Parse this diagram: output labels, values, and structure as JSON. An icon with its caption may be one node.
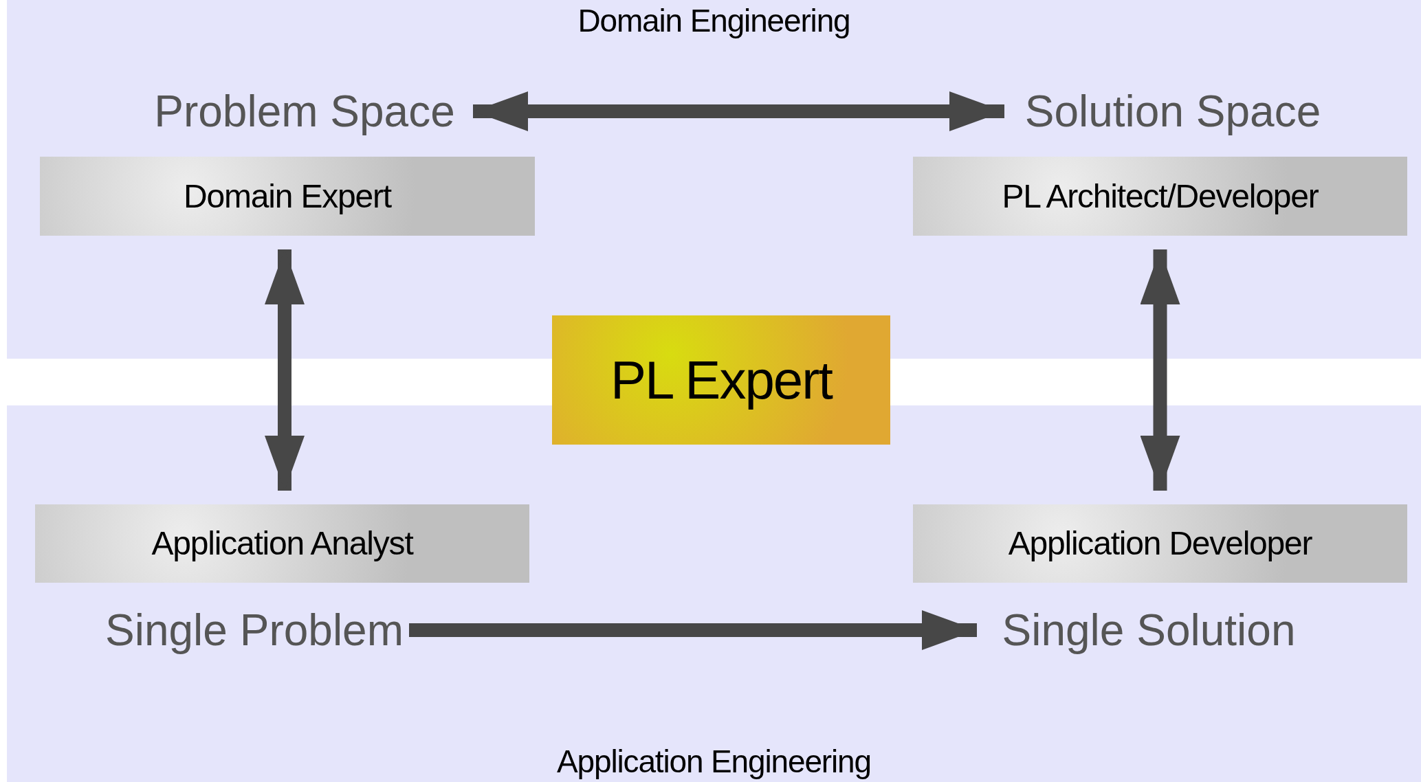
{
  "diagram": {
    "nodes": [
      {
        "text": [
          "Domain Engineering"
        ]
      },
      {
        "text": [
          "Problem Space"
        ],
        "in": 0
      },
      {
        "text": [
          "Solution Space"
        ],
        "in": 0
      },
      {
        "text": [
          "Domain Expert"
        ],
        "in": 0
      },
      {
        "text": [
          "PL Architect/Developer"
        ],
        "in": 0
      },
      {
        "text": [
          "PL Expert"
        ]
      },
      {
        "text": [
          "Application Engineering"
        ]
      },
      {
        "text": [
          "Application Analyst"
        ],
        "in": 6
      },
      {
        "text": [
          "Application Developer"
        ],
        "in": 6
      },
      {
        "text": [
          "Single Problem"
        ],
        "in": 6
      },
      {
        "text": [
          "Single Solution"
        ],
        "in": 6
      }
    ],
    "edges": [
      {
        "from": 1,
        "to": 2,
        "arrow": "both"
      },
      {
        "from": 3,
        "to": 7,
        "arrow": "both"
      },
      {
        "from": 4,
        "to": 8,
        "arrow": "both"
      },
      {
        "from": 9,
        "to": 10,
        "arrow": "to"
      }
    ]
  }
}
